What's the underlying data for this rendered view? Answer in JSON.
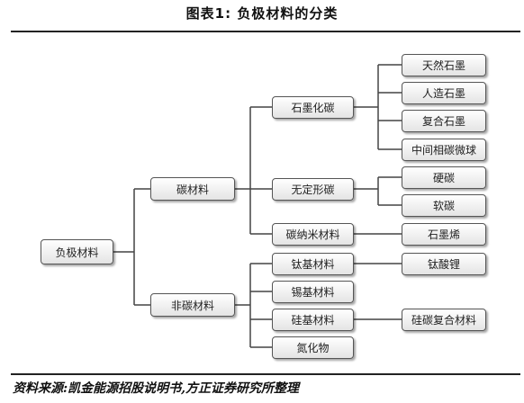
{
  "title": "图表1:   负极材料的分类",
  "source": "资料来源:凯金能源招股说明书,方正证券研究所整理",
  "nodes": {
    "root": "负极材料",
    "carbon": "碳材料",
    "noncarbon": "非碳材料",
    "graphitized": "石墨化碳",
    "amorphous": "无定形碳",
    "nano": "碳纳米材料",
    "natural": "天然石墨",
    "artificial": "人造石墨",
    "composite_graphite": "复合石墨",
    "mcmb": "中间相碳微球",
    "hard": "硬碳",
    "soft": "软碳",
    "graphene": "石墨烯",
    "titanium": "钛基材料",
    "tin": "锡基材料",
    "silicon": "硅基材料",
    "nitride": "氮化物",
    "lto": "钛酸锂",
    "sic": "硅碳复合材料"
  }
}
